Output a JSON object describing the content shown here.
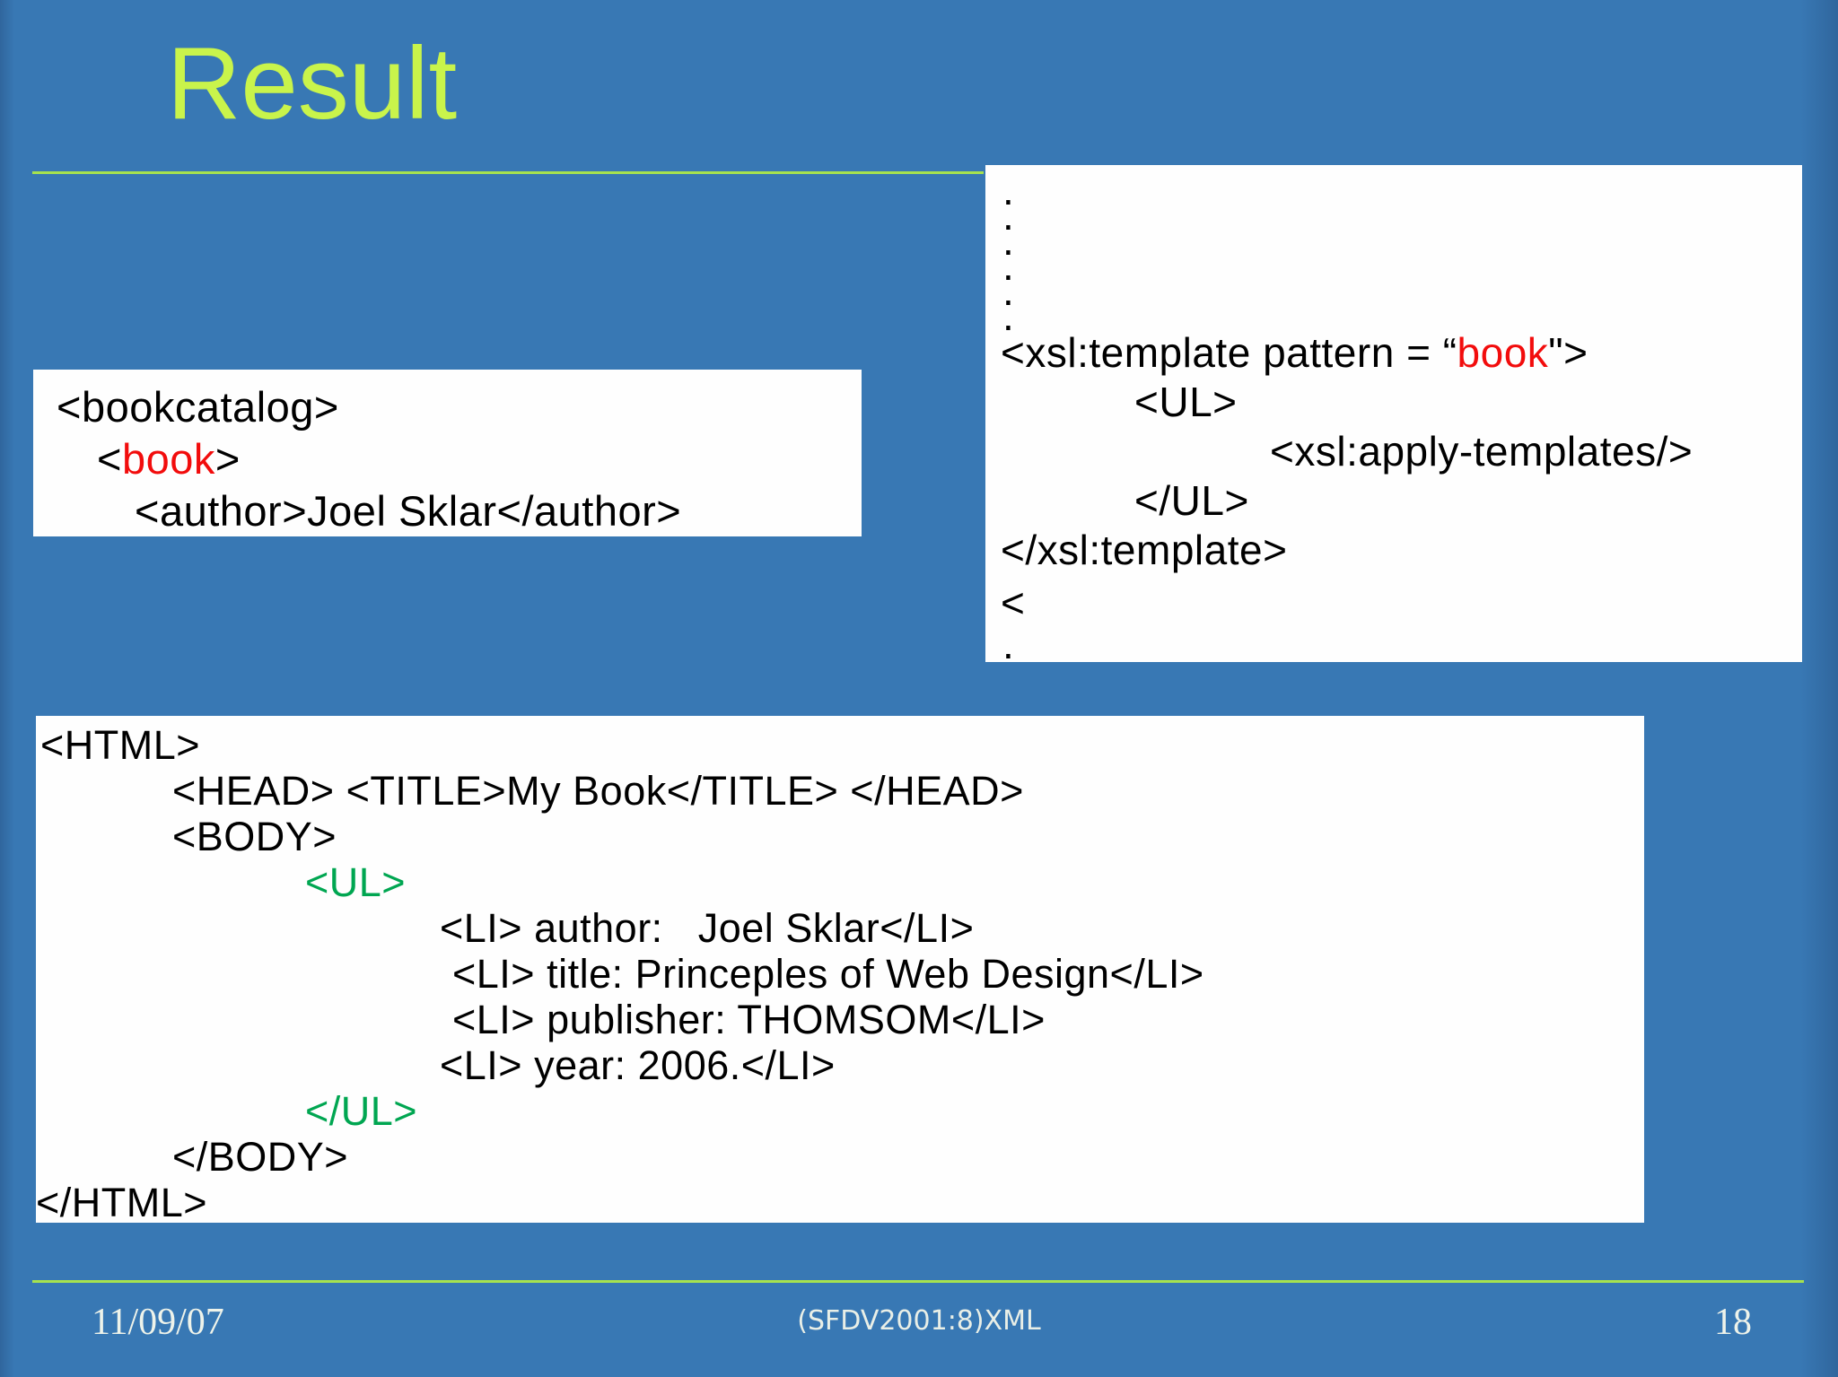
{
  "slide": {
    "title": "Result",
    "background_color": "#3878b4",
    "title_color": "#c9f44b",
    "rule_color": "#a6e24e",
    "code_red": "#f20c0c",
    "code_green": "#00a651"
  },
  "boxes": {
    "xml_source": {
      "lines": [
        {
          "indent": 26,
          "segments": [
            {
              "t": "<bookcatalog>"
            }
          ]
        },
        {
          "indent": 71,
          "segments": [
            {
              "t": "<"
            },
            {
              "t": "book",
              "c": "red"
            },
            {
              "t": ">"
            }
          ]
        },
        {
          "indent": 113,
          "segments": [
            {
              "t": "<author>Joel Sklar</author>"
            }
          ]
        }
      ]
    },
    "xsl_template": {
      "lines": [
        {
          "indent": 19,
          "dot": true,
          "segments": [
            {
              "t": "."
            }
          ]
        },
        {
          "indent": 19,
          "dot": true,
          "segments": [
            {
              "t": "."
            }
          ]
        },
        {
          "indent": 19,
          "dot": true,
          "segments": [
            {
              "t": "."
            }
          ]
        },
        {
          "indent": 19,
          "dot": true,
          "segments": [
            {
              "t": "."
            }
          ]
        },
        {
          "indent": 19,
          "dot": true,
          "segments": [
            {
              "t": "."
            }
          ]
        },
        {
          "indent": 19,
          "dot": true,
          "segments": [
            {
              "t": "."
            }
          ]
        },
        {
          "indent": 17,
          "segments": [
            {
              "t": "<xsl:template pattern = “"
            },
            {
              "t": "book",
              "c": "red"
            },
            {
              "t": "\">"
            }
          ]
        },
        {
          "indent": 166,
          "segments": [
            {
              "t": "<UL>"
            }
          ]
        },
        {
          "indent": 317,
          "segments": [
            {
              "t": "<xsl:apply-templates/>"
            }
          ]
        },
        {
          "indent": 166,
          "segments": [
            {
              "t": "</UL>"
            }
          ]
        },
        {
          "indent": 17,
          "segments": [
            {
              "t": "</xsl:template>"
            }
          ]
        },
        {
          "indent": 17,
          "gap_before": 4,
          "segments": [
            {
              "t": "<"
            }
          ]
        },
        {
          "indent": 19,
          "end_dot": true,
          "segments": [
            {
              "t": "."
            }
          ]
        }
      ]
    },
    "html_result": {
      "lines": [
        {
          "indent": 5,
          "segments": [
            {
              "t": "<HTML>"
            }
          ]
        },
        {
          "indent": 152,
          "segments": [
            {
              "t": "<HEAD> <TITLE>My Book</TITLE> </HEAD>"
            }
          ]
        },
        {
          "indent": 152,
          "segments": [
            {
              "t": "<BODY>"
            }
          ]
        },
        {
          "indent": 300,
          "segments": [
            {
              "t": "<UL>",
              "c": "green"
            }
          ]
        },
        {
          "indent": 450,
          "segments": [
            {
              "t": "<LI> author:   Joel Sklar</LI>"
            }
          ]
        },
        {
          "indent": 464,
          "segments": [
            {
              "t": "<LI> title: Princeples of Web Design</LI>"
            }
          ]
        },
        {
          "indent": 464,
          "segments": [
            {
              "t": "<LI> publisher: THOMSOM</LI>"
            }
          ]
        },
        {
          "indent": 450,
          "segments": [
            {
              "t": "<LI> year: 2006.</LI>"
            }
          ]
        },
        {
          "indent": 300,
          "segments": [
            {
              "t": "</UL>",
              "c": "green"
            }
          ]
        },
        {
          "indent": 152,
          "segments": [
            {
              "t": "</BODY>"
            }
          ]
        },
        {
          "indent": 0,
          "segments": [
            {
              "t": "</HTML>"
            }
          ]
        }
      ]
    }
  },
  "footer": {
    "date": "11/09/07",
    "course": "(SFDV2001:8)XML",
    "page_number": "18"
  }
}
